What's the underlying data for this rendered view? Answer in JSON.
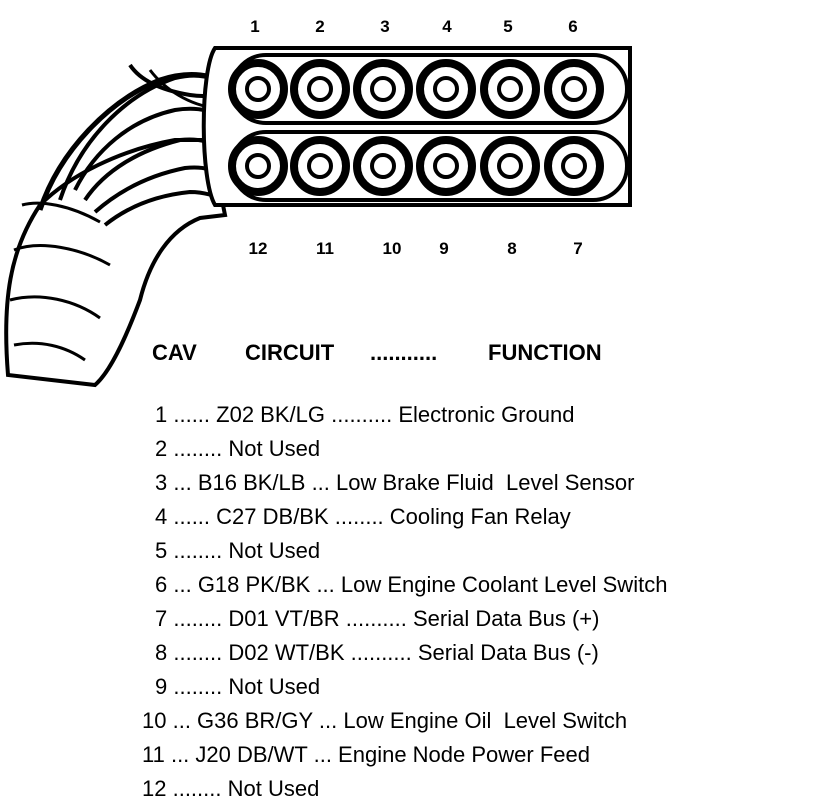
{
  "header": {
    "cav": "CAV",
    "circuit": "CIRCUIT",
    "dots": "...........",
    "function": "FUNCTION"
  },
  "pins_top": [
    "1",
    "2",
    "3",
    "4",
    "5",
    "6"
  ],
  "pins_bottom": [
    "12",
    "11",
    "10",
    "9",
    "8",
    "7"
  ],
  "rows": [
    {
      "cav": "1",
      "lead": "......",
      "circuit": "Z02 BK/LG",
      "mid": "..........",
      "function": "Electronic Ground"
    },
    {
      "cav": "2",
      "lead": "........",
      "circuit": "",
      "mid": "",
      "function": "Not Used"
    },
    {
      "cav": "3",
      "lead": "...",
      "circuit": "B16 BK/LB",
      "mid": "...",
      "function": "Low Brake Fluid  Level Sensor"
    },
    {
      "cav": "4",
      "lead": "......",
      "circuit": "C27 DB/BK",
      "mid": "........",
      "function": "Cooling Fan Relay"
    },
    {
      "cav": "5",
      "lead": "........",
      "circuit": "",
      "mid": "",
      "function": "Not Used"
    },
    {
      "cav": "6",
      "lead": "...",
      "circuit": "G18 PK/BK",
      "mid": "...",
      "function": "Low Engine Coolant Level Switch"
    },
    {
      "cav": "7",
      "lead": "........",
      "circuit": "D01 VT/BR",
      "mid": "..........",
      "function": "Serial Data Bus (+)"
    },
    {
      "cav": "8",
      "lead": "........",
      "circuit": "D02 WT/BK",
      "mid": "..........",
      "function": "Serial Data Bus (-)"
    },
    {
      "cav": "9",
      "lead": "........",
      "circuit": "",
      "mid": "",
      "function": "Not Used"
    },
    {
      "cav": "10",
      "lead": "...",
      "circuit": "G36 BR/GY",
      "mid": "...",
      "function": "Low Engine Oil  Level Switch"
    },
    {
      "cav": "11",
      "lead": "...",
      "circuit": "J20 DB/WT",
      "mid": "...",
      "function": "Engine Node Power Feed"
    },
    {
      "cav": "12",
      "lead": "........",
      "circuit": "",
      "mid": "",
      "function": "Not Used"
    }
  ]
}
